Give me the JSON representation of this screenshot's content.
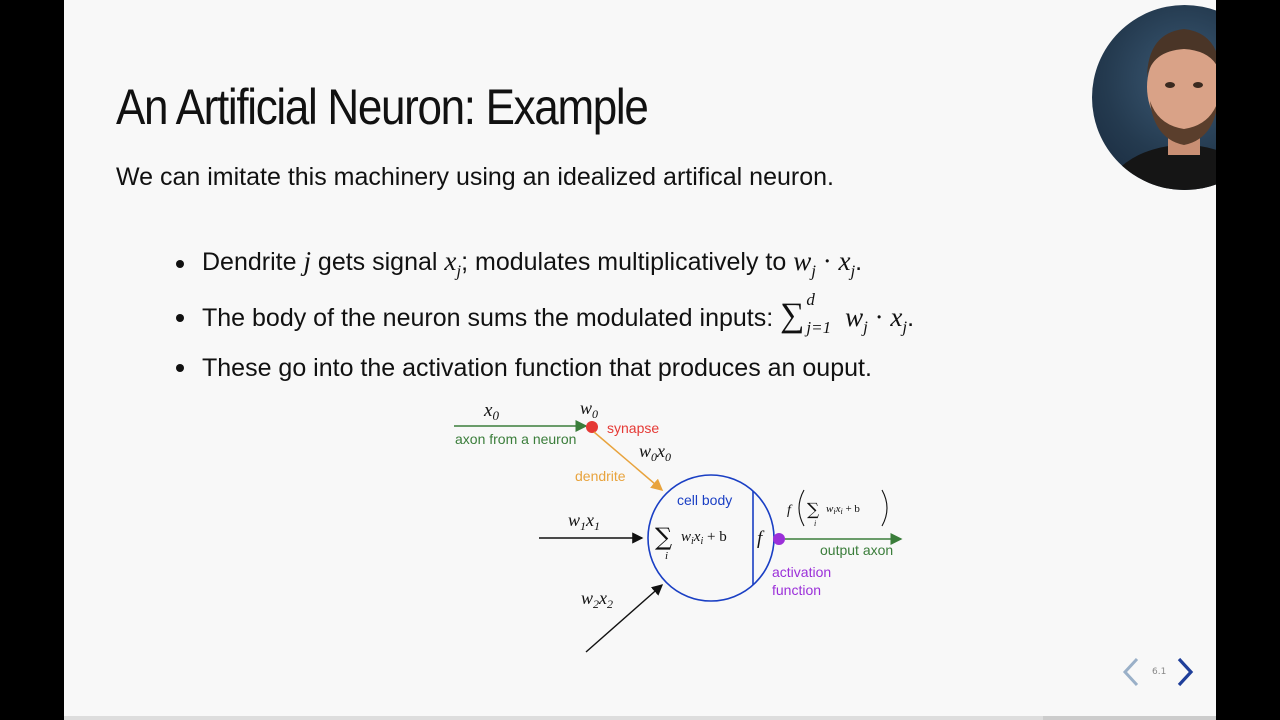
{
  "slide": {
    "title": "An Artificial Neuron: Example",
    "intro": "We can imitate this machinery using an idealized artifical neuron.",
    "bullets": [
      {
        "t1": "Dendrite ",
        "m1": "j",
        "t2": " gets signal ",
        "m2": "x",
        "m2sub": "j",
        "t3": "; modulates multiplicatively to ",
        "m3a": "w",
        "m3asub": "j",
        "m3op": " · ",
        "m3b": "x",
        "m3bsub": "j",
        "t4": "."
      },
      {
        "t1": "The body of the neuron sums the modulated inputs: ",
        "sigma": "∑",
        "sup": "d",
        "sub": "j=1",
        "m1": "w",
        "m1sub": "j",
        "op": " · ",
        "m2": "x",
        "m2sub": "j",
        "t2": "."
      },
      {
        "t1": "These go into the activation function that produces an ouput."
      }
    ]
  },
  "diagram": {
    "x0": "x",
    "x0sub": "0",
    "w0": "w",
    "w0sub": "0",
    "synapse": "synapse",
    "axon_from": "axon from a neuron",
    "w0x0": "w",
    "w0x0sub": "0",
    "w0x0b": "x",
    "w0x0bsub": "0",
    "dendrite": "dendrite",
    "cell_body": "cell body",
    "w1x1": "w",
    "w1x1sub": "1",
    "w1x1b": "x",
    "w1x1bsub": "1",
    "w2x2": "w",
    "w2x2sub": "2",
    "w2x2b": "x",
    "w2x2bsub": "2",
    "sum_sigma": "∑",
    "sum_i": "i",
    "sum_body": "w",
    "sum_body_sub": "i",
    "sum_body2": "x",
    "sum_body2_sub": "i",
    "sum_plus": " + b",
    "f": "f",
    "out_f": "f",
    "out_sigma": "∑",
    "out_i": "i",
    "out_body": "w",
    "out_body_sub": "i",
    "out_body2": "x",
    "out_body2_sub": "i",
    "out_plus": " + b",
    "output_axon": "output axon",
    "activation_1": "activation",
    "activation_2": "function",
    "colors": {
      "axon": "#3a7d3a",
      "synapse": "#e53935",
      "dendrite": "#e8a33d",
      "cell": "#1a3fc4",
      "activation": "#9b30d9",
      "ink": "#111111"
    }
  },
  "navigation": {
    "slide_number": "6.1",
    "prev_icon": "chevron-left-icon",
    "next_icon": "chevron-right-icon",
    "progress": 0.85
  },
  "presenter": {
    "icon": "webcam-presenter"
  }
}
